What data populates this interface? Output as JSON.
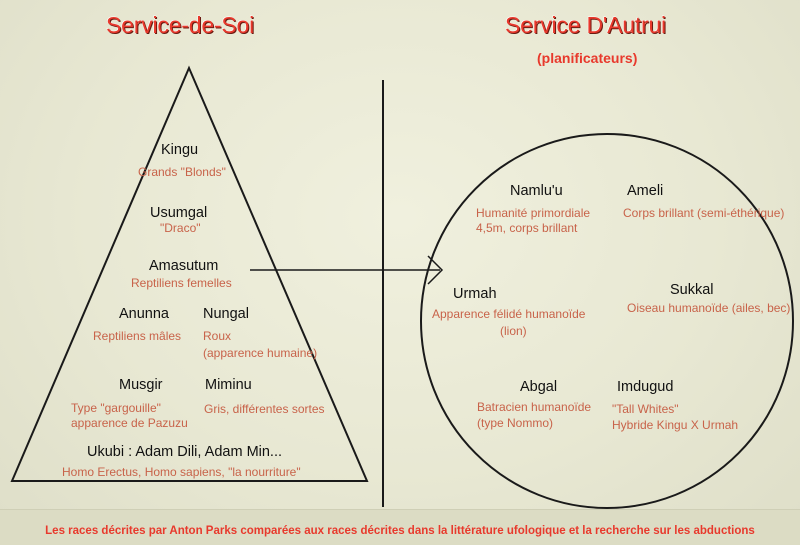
{
  "titles": {
    "left": "Service-de-Soi",
    "right": "Service D'Autrui",
    "right_subtitle": "(planificateurs)"
  },
  "pyramid": {
    "kingu": {
      "name": "Kingu",
      "desc": "Grands \"Blonds\""
    },
    "usumgal": {
      "name": "Usumgal",
      "desc": "\"Draco\""
    },
    "amasutum": {
      "name": "Amasutum",
      "desc": "Reptiliens femelles"
    },
    "anunna": {
      "name": "Anunna",
      "desc": "Reptiliens mâles"
    },
    "nungal": {
      "name": "Nungal",
      "desc_1": "Roux",
      "desc_2": "(apparence humaine)"
    },
    "musgir": {
      "name": "Musgir",
      "desc_1": "Type \"gargouille\"",
      "desc_2": "apparence de Pazuzu"
    },
    "miminu": {
      "name": "Miminu",
      "desc": "Gris, différentes sortes"
    },
    "ukubi": {
      "name": "Ukubi : Adam Dili, Adam Min...",
      "desc": "Homo Erectus, Homo sapiens, \"la nourriture\""
    }
  },
  "circle": {
    "namlu": {
      "name": "Namlu'u",
      "desc_1": "Humanité primordiale",
      "desc_2": "4,5m, corps brillant"
    },
    "ameli": {
      "name": "Ameli",
      "desc": "Corps brillant (semi-éthérique)"
    },
    "urmah": {
      "name": "Urmah",
      "desc_1": "Apparence félidé humanoïde",
      "desc_2": "(lion)"
    },
    "sukkal": {
      "name": "Sukkal",
      "desc": "Oiseau humanoïde (ailes, bec)"
    },
    "abgal": {
      "name": "Abgal",
      "desc_1": "Batracien humanoïde",
      "desc_2": "(type Nommo)"
    },
    "imdugud": {
      "name": "Imdugud",
      "desc_1": "\"Tall Whites\"",
      "desc_2": "Hybride Kingu X Urmah"
    }
  },
  "footer": {
    "caption": "Les races décrites par Anton Parks comparées aux races décrites dans la littérature ufologique et la recherche sur les abductions"
  },
  "colors": {
    "title_red": "#e8392c",
    "desc_salmon": "#c8634a",
    "line_dark": "#1a1a1a",
    "background": "#ececd8"
  }
}
